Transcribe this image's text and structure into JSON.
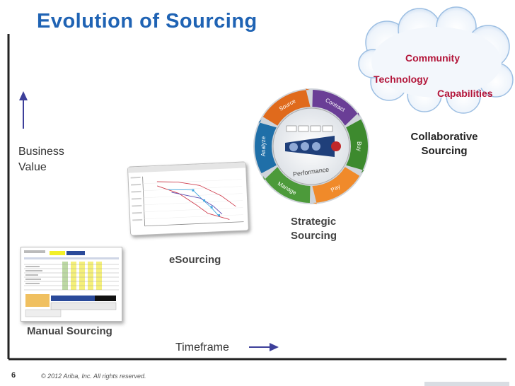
{
  "title": "Evolution of Sourcing",
  "axis": {
    "y_label_line1": "Business",
    "y_label_line2": "Value",
    "x_label": "Timeframe"
  },
  "stages": {
    "manual": "Manual Sourcing",
    "esourcing": "eSourcing",
    "strategic_line1": "Strategic",
    "strategic_line2": "Sourcing",
    "collaborative_line1": "Collaborative",
    "collaborative_line2": "Sourcing"
  },
  "cloud": {
    "community": "Community",
    "technology": "Technology",
    "capabilities": "Capabilities"
  },
  "cycle": {
    "segments": [
      "Analyze",
      "Source",
      "Contract",
      "Buy",
      "Pay",
      "Manage"
    ],
    "center_label": "Performance"
  },
  "footer": {
    "page_number": "6",
    "copyright": "© 2012 Ariba, Inc. All rights reserved."
  },
  "colors": {
    "title": "#1f63b4",
    "accent_red": "#b3163a",
    "arrow": "#3d3f9a",
    "ring_analyze": "#1f6fa8",
    "ring_source": "#e06a1c",
    "ring_contract": "#6a3e96",
    "ring_buy": "#3d8a2e",
    "ring_pay": "#f08a2a",
    "ring_manage": "#4c9a3a"
  }
}
